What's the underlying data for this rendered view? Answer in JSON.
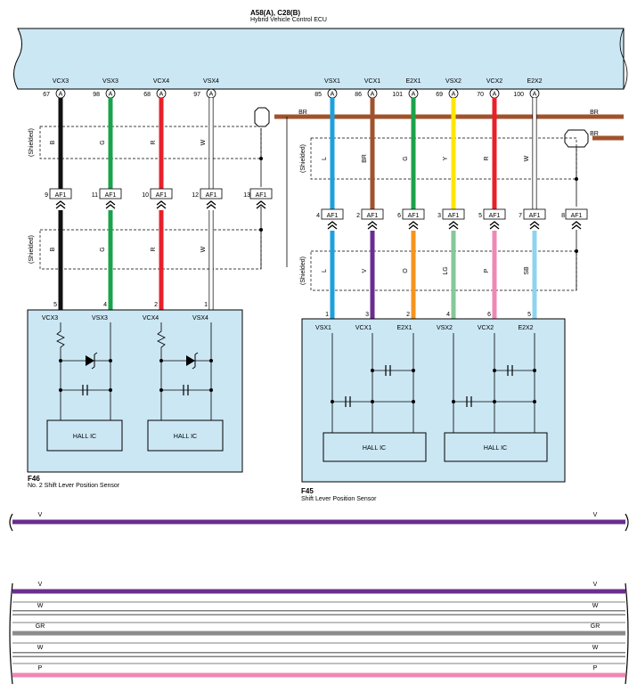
{
  "ecu": {
    "code": "A58(A), C28(B)",
    "name": "Hybrid Vehicle Control ECU",
    "connector_letter": "A"
  },
  "colors": {
    "B": "#111111",
    "G": "#1aa34a",
    "R": "#e8202a",
    "W": "#ffffff",
    "L": "#1ea0dc",
    "BR": "#a0522d",
    "Y": "#ffe600",
    "V": "#6b2d91",
    "O": "#f7941d",
    "LG": "#86c89a",
    "P": "#ef88b6",
    "SB": "#8fd3f0",
    "GR": "#8c8c8c"
  },
  "shield_label": "(Shielded)",
  "junction_connector": "AF1",
  "left_circuits": [
    {
      "ecu_pin_name": "VCX3",
      "ecu_pin": "67",
      "color": "B",
      "af1_pin": "9",
      "sensor_pin": "5",
      "sensor_name": "VCX3"
    },
    {
      "ecu_pin_name": "VSX3",
      "ecu_pin": "98",
      "color": "G",
      "af1_pin": "11",
      "sensor_pin": "4",
      "sensor_name": "VSX3"
    },
    {
      "ecu_pin_name": "VCX4",
      "ecu_pin": "68",
      "color": "R",
      "af1_pin": "10",
      "sensor_pin": "2",
      "sensor_name": "VCX4"
    },
    {
      "ecu_pin_name": "VSX4",
      "ecu_pin": "97",
      "color": "W",
      "af1_pin": "12",
      "sensor_pin": "1",
      "sensor_name": "VSX4"
    }
  ],
  "left_shield_af1_pin": "13",
  "right_circuits": [
    {
      "ecu_pin_name": "VSX1",
      "ecu_pin": "85",
      "top_color": "L",
      "af1_pin": "4",
      "bottom_color": "L",
      "sensor_pin": "1",
      "sensor_name": "VSX1"
    },
    {
      "ecu_pin_name": "VCX1",
      "ecu_pin": "86",
      "top_color": "BR",
      "af1_pin": "2",
      "bottom_color": "V",
      "sensor_pin": "3",
      "sensor_name": "VCX1"
    },
    {
      "ecu_pin_name": "E2X1",
      "ecu_pin": "101",
      "top_color": "G",
      "af1_pin": "6",
      "bottom_color": "O",
      "sensor_pin": "2",
      "sensor_name": "E2X1"
    },
    {
      "ecu_pin_name": "VSX2",
      "ecu_pin": "69",
      "top_color": "Y",
      "af1_pin": "3",
      "bottom_color": "LG",
      "sensor_pin": "4",
      "sensor_name": "VSX2"
    },
    {
      "ecu_pin_name": "VCX2",
      "ecu_pin": "70",
      "top_color": "R",
      "af1_pin": "5",
      "bottom_color": "P",
      "sensor_pin": "6",
      "sensor_name": "VCX2"
    },
    {
      "ecu_pin_name": "E2X2",
      "ecu_pin": "100",
      "top_color": "W",
      "af1_pin": "7",
      "bottom_color": "SB",
      "sensor_pin": "5",
      "sensor_name": "E2X2"
    }
  ],
  "right_shield_af1_pin": "8",
  "ground_wire_label": "BR",
  "sensors": {
    "left": {
      "code": "F46",
      "name": "No.  2 Shift Lever Position Sensor",
      "hall_ic_label": "HALL IC"
    },
    "right": {
      "code": "F45",
      "name": "Shift Lever Position Sensor",
      "hall_ic_label": "HALL IC"
    }
  },
  "bus_lines": [
    {
      "label": "V",
      "color": "V"
    },
    {
      "label": "V",
      "color": "V"
    },
    {
      "label": "W",
      "color": "W"
    },
    {
      "label": "GR",
      "color": "GR"
    },
    {
      "label": "W",
      "color": "W"
    },
    {
      "label": "P",
      "color": "P"
    }
  ]
}
